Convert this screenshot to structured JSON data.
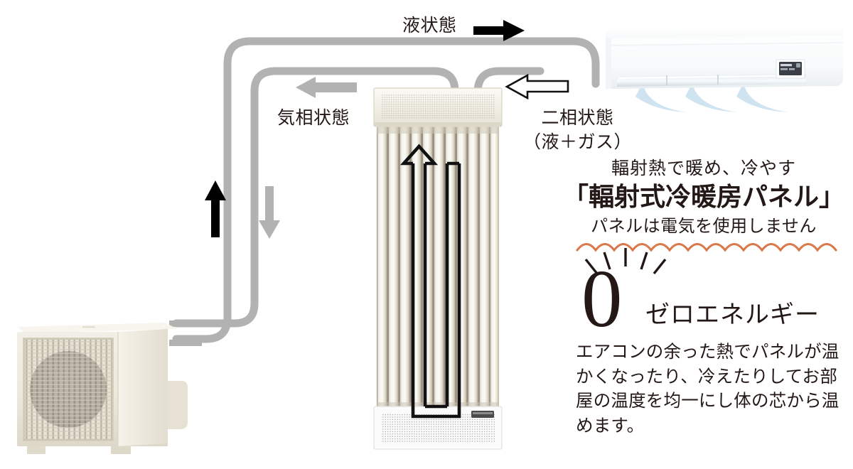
{
  "diagram": {
    "labels": {
      "liquid_state": "液状態",
      "gas_state": "気相状態",
      "two_phase_line1": "二相状態",
      "two_phase_line2": "（液＋ガス）"
    },
    "arrows": {
      "liquid_arrow": "solid-black-right-arrow",
      "gas_arrow": "gray-left-arrow",
      "two_phase_arrow": "outline-left-arrow",
      "panel_up_arrow": "black-up-arrow",
      "panel_down_arrow": "gray-down-arrow",
      "panel_flow_arrow": "outline-u-turn-up-arrow"
    },
    "equipment": {
      "outdoor_unit": "air-conditioner-outdoor-unit",
      "indoor_unit": "air-conditioner-indoor-wall-unit",
      "radiant_panel": "radiant-heating-cooling-panel",
      "airflow": "indoor-unit-airflow-streams"
    },
    "colors": {
      "pipe": "#b2b2b2",
      "arrow_gray": "#b2b2b2",
      "arrow_black": "#000000",
      "wave_orange": "#d9794b",
      "airflow_blue": "#cfe4f0",
      "text": "#231815",
      "outdoor_body": "#eae6da",
      "panel_fin": "#e8e3d6"
    }
  },
  "callout": {
    "headline_small": "輻射熱で暖め、冷やす",
    "headline_big": "「輻射式冷暖房パネル」",
    "subline": "パネルは電気を使用しません",
    "zero_digit": "0",
    "zero_word": "ゼロエネルギー",
    "body": "エアコンの余った熱でパネルが温かくなったり、冷えたりしてお部屋の温度を均一にし体の芯から温めます。"
  }
}
